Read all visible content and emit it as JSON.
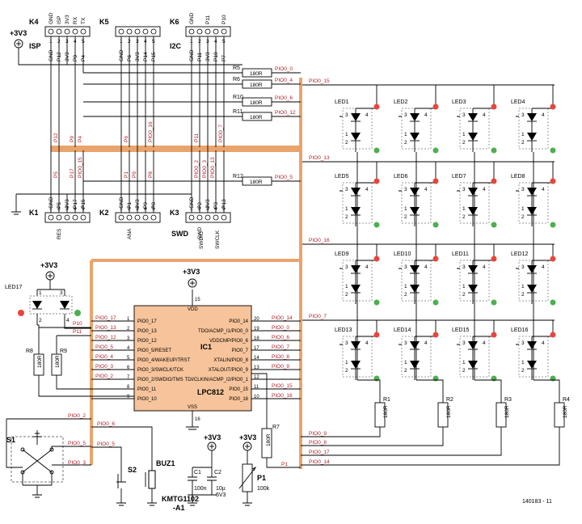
{
  "connectors": {
    "k4": {
      "name": "K4",
      "sub": "ISP",
      "pins_top": [
        "GND",
        "ISP",
        "3V3",
        "RX",
        "TX"
      ],
      "pins_bot": [
        "GND",
        "P12",
        "3V3",
        "P0",
        "P4"
      ],
      "nums": [
        "1",
        "2",
        "3",
        "4",
        "5"
      ]
    },
    "k5": {
      "name": "K5",
      "sub": "",
      "pins_top": [
        "",
        "",
        "",
        "",
        ""
      ],
      "pins_bot": [
        "GND",
        "P6",
        "3V3",
        "P14",
        "P15"
      ],
      "nums": [
        "1",
        "2",
        "3",
        "4",
        "5"
      ]
    },
    "k6": {
      "name": "K6",
      "sub": "I2C",
      "pins_top": [
        "GND",
        "",
        "P11",
        "",
        "P10"
      ],
      "pins_bot": [
        "GND",
        "P11",
        "3V3",
        "P10",
        "P7"
      ],
      "nums": [
        "1",
        "2",
        "3",
        "4",
        "5"
      ]
    },
    "k1": {
      "name": "K1",
      "sub": "RES",
      "pins": [
        "GND",
        "P5",
        "3V3",
        "P17",
        "P15"
      ],
      "nums": [
        "1",
        "2",
        "3",
        "4",
        "5"
      ]
    },
    "k2": {
      "name": "K2",
      "sub": "ANA",
      "pins": [
        "GND",
        "P1",
        "3V3",
        "P9",
        "P8"
      ],
      "nums": [
        "1",
        "2",
        "3",
        "4",
        "5"
      ]
    },
    "k3": {
      "name": "K3",
      "sub": "SWD",
      "pins": [
        "GND",
        "P2",
        "3V3",
        "P3",
        "P13"
      ],
      "nums": [
        "1",
        "2",
        "3",
        "4",
        "5"
      ],
      "extra": [
        "SWDIO",
        "SWCLK"
      ]
    }
  },
  "power": {
    "vcc": "+3V3"
  },
  "bus_labels_top": [
    "P12",
    "P9",
    "P4",
    "P6",
    "PIO0_16",
    "P11",
    "PIO0_7"
  ],
  "bus_labels_bot": [
    "P5",
    "P17",
    "PIO0_15",
    "P1",
    "P9",
    "P8",
    "PIO0_2",
    "PIO0_3",
    "PIO0_13"
  ],
  "resistors_top": [
    {
      "ref": "R5",
      "value": "180R",
      "net": "PIO0_0"
    },
    {
      "ref": "R6",
      "value": "180R",
      "net": "PIO0_4"
    },
    {
      "ref": "R10",
      "value": "180R",
      "net": "PIO0_6"
    },
    {
      "ref": "R11",
      "value": "180R",
      "net": "PIO0_12"
    },
    {
      "ref": "R12",
      "value": "180R",
      "net": "PIO0_5"
    }
  ],
  "row_nets": [
    "PIO0_15",
    "PIO0_13",
    "PIO0_16",
    "PIO0_7"
  ],
  "leds": [
    "LED1",
    "LED2",
    "LED3",
    "LED4",
    "LED5",
    "LED6",
    "LED7",
    "LED8",
    "LED9",
    "LED10",
    "LED11",
    "LED12",
    "LED13",
    "LED14",
    "LED15",
    "LED16"
  ],
  "led_pins": {
    "p1": "1",
    "p2": "2",
    "p3": "3",
    "p4": "4"
  },
  "column_resistors": [
    {
      "ref": "R1",
      "value": "180R"
    },
    {
      "ref": "R2",
      "value": "180R"
    },
    {
      "ref": "R3",
      "value": "180R"
    },
    {
      "ref": "R4",
      "value": "180R"
    }
  ],
  "column_nets": [
    "PIO0_9",
    "PIO0_8",
    "PIO0_17",
    "PIO0_14"
  ],
  "ic": {
    "ref": "IC1",
    "part": "LPC812",
    "vdd": "VDD",
    "vss": "VSS",
    "vdd_pin": "15",
    "vss_pin": "16",
    "left": [
      {
        "num": "1",
        "name": "PIO0_17",
        "net": "PIO0_17"
      },
      {
        "num": "2",
        "name": "PIO0_13",
        "net": "PIO0_13"
      },
      {
        "num": "3",
        "name": "PIO0_12",
        "net": "PIO0_12"
      },
      {
        "num": "4",
        "name": "PIO0_5/RESET",
        "net": "PIO0_5"
      },
      {
        "num": "5",
        "name": "PIO0_4/WAKEUP/TRST",
        "net": "PIO0_4"
      },
      {
        "num": "6",
        "name": "PIO0_3/SWCLK/TCK",
        "net": "PIO0_3"
      },
      {
        "num": "7",
        "name": "PIO0_2/SWDIO/TMS",
        "net": "PIO0_2"
      },
      {
        "num": "8",
        "name": "PIO0_11",
        "net": ""
      },
      {
        "num": "9",
        "name": "PIO0_10",
        "net": ""
      }
    ],
    "right": [
      {
        "num": "20",
        "name": "PIO0_14",
        "net": "PIO0_14"
      },
      {
        "num": "19",
        "name": "TDO/ACMP_I1/PIO0_0",
        "net": "PIO0_0"
      },
      {
        "num": "18",
        "name": "VDDCMP/PIO0_6",
        "net": "PIO0_6"
      },
      {
        "num": "17",
        "name": "PIO0_7",
        "net": "PIO0_7"
      },
      {
        "num": "14",
        "name": "XTALIN/PIO0_8",
        "net": "PIO0_8"
      },
      {
        "num": "13",
        "name": "XTALOUT/PIO0_9",
        "net": "PIO0_9"
      },
      {
        "num": "12",
        "name": "TDI/CLKIN/ACMP_I2/PIO0_1",
        "net": ""
      },
      {
        "num": "11",
        "name": "PIO0_15",
        "net": "PIO0_15"
      },
      {
        "num": "10",
        "name": "PIO0_16",
        "net": "PIO0_16"
      }
    ]
  },
  "left_nets": {
    "p10": "P10",
    "p11": "P11"
  },
  "led17": {
    "ref": "LED17",
    "p1": "1",
    "p2": "2",
    "p3": "3",
    "p4": "4"
  },
  "r8": {
    "ref": "R8",
    "value": "180R"
  },
  "r9": {
    "ref": "R9",
    "value": "180R"
  },
  "bottom": {
    "s1": "S1",
    "s2": "S2",
    "buz": {
      "ref": "BUZ1",
      "part": "KMTG1102",
      "suffix": "-A1"
    },
    "c1": {
      "ref": "C1",
      "value": "100n"
    },
    "c2": {
      "ref": "C2",
      "value1": "10µ",
      "value2": "6V3"
    },
    "r7": {
      "ref": "R7",
      "value": "180R"
    },
    "p1": {
      "ref": "P1",
      "value": "100k"
    },
    "nets": [
      "PIO0_2",
      "PIO0_6",
      "PIO0_5",
      "PIO0_5",
      "PIO0_3"
    ],
    "p1net": "P1"
  },
  "code": "140183 - 11"
}
